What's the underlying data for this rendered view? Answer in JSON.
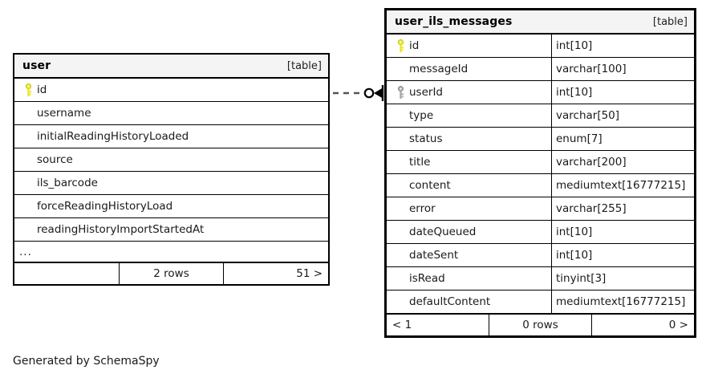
{
  "diagram": {
    "generator_caption": "Generated by SchemaSpy",
    "table_tag": "[table]"
  },
  "tables": {
    "user": {
      "name": "user",
      "tag": "[table]",
      "columns": [
        {
          "name": "id",
          "key": "primary"
        },
        {
          "name": "username",
          "key": "none"
        },
        {
          "name": "initialReadingHistoryLoaded",
          "key": "none"
        },
        {
          "name": "source",
          "key": "none"
        },
        {
          "name": "ils_barcode",
          "key": "none"
        },
        {
          "name": "forceReadingHistoryLoad",
          "key": "none"
        },
        {
          "name": "readingHistoryImportStartedAt",
          "key": "none"
        }
      ],
      "more_indicator": "...",
      "footer": {
        "prev": "",
        "rows": "2 rows",
        "next": "51 >"
      }
    },
    "user_ils_messages": {
      "name": "user_ils_messages",
      "tag": "[table]",
      "columns": [
        {
          "name": "id",
          "type": "int[10]",
          "key": "primary"
        },
        {
          "name": "messageId",
          "type": "varchar[100]",
          "key": "none"
        },
        {
          "name": "userId",
          "type": "int[10]",
          "key": "foreign"
        },
        {
          "name": "type",
          "type": "varchar[50]",
          "key": "none"
        },
        {
          "name": "status",
          "type": "enum[7]",
          "key": "none"
        },
        {
          "name": "title",
          "type": "varchar[200]",
          "key": "none"
        },
        {
          "name": "content",
          "type": "mediumtext[16777215]",
          "key": "none"
        },
        {
          "name": "error",
          "type": "varchar[255]",
          "key": "none"
        },
        {
          "name": "dateQueued",
          "type": "int[10]",
          "key": "none"
        },
        {
          "name": "dateSent",
          "type": "int[10]",
          "key": "none"
        },
        {
          "name": "isRead",
          "type": "tinyint[3]",
          "key": "none"
        },
        {
          "name": "defaultContent",
          "type": "mediumtext[16777215]",
          "key": "none"
        }
      ],
      "footer": {
        "prev": "< 1",
        "rows": "0 rows",
        "next": "0 >"
      }
    }
  },
  "relationship": {
    "from_table": "user",
    "from_column": "id",
    "to_table": "user_ils_messages",
    "to_column": "userId",
    "line_style": "dashed",
    "source_cardinality": "zero-or-one",
    "target_cardinality": "many"
  },
  "colors": {
    "primary_key": "#e8e81c",
    "foreign_key": "#a8a8a8",
    "header_background": "#f4f4f4",
    "border": "#000000",
    "text": "#1a1a1a",
    "page_background": "#ffffff"
  }
}
